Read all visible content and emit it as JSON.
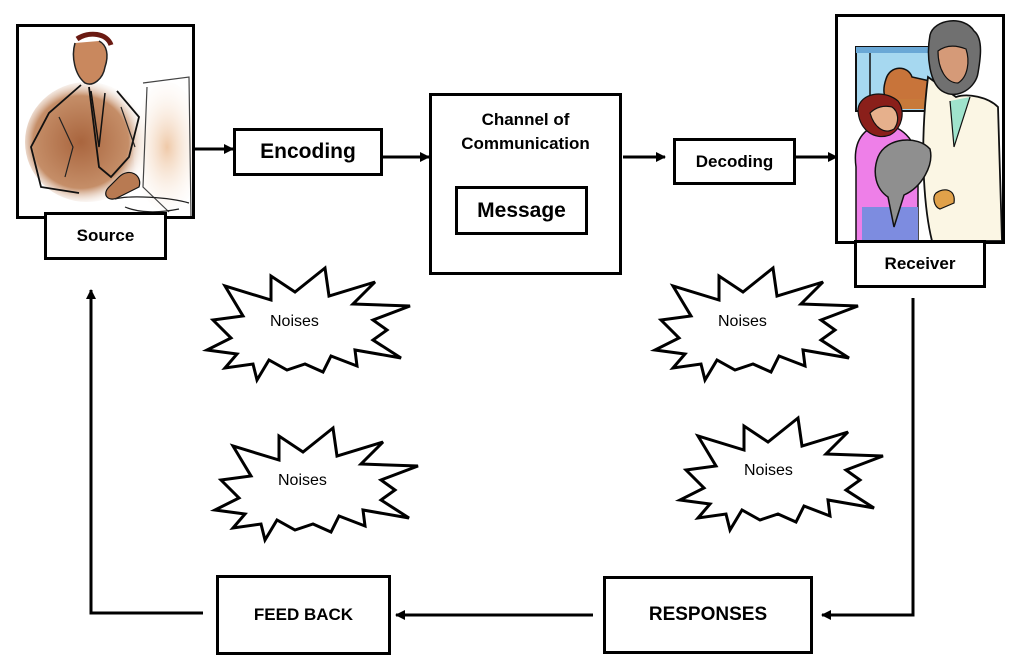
{
  "diagram": {
    "title": "Communication Process",
    "source": {
      "label": "Source",
      "illustration": "man-at-computer"
    },
    "encoding": {
      "label": "Encoding"
    },
    "channel": {
      "label_line1": "Channel of",
      "label_line2": "Communication",
      "message": "Message"
    },
    "decoding": {
      "label": "Decoding"
    },
    "receiver": {
      "label": "Receiver",
      "illustration": "vet-with-girl-and-cat"
    },
    "responses": {
      "label": "RESPONSES"
    },
    "feedback": {
      "label": "FEED BACK"
    },
    "noises": [
      {
        "label": "Noises"
      },
      {
        "label": "Noises"
      },
      {
        "label": "Noises"
      },
      {
        "label": "Noises"
      }
    ],
    "colors": {
      "stroke": "#000000",
      "background": "#ffffff",
      "source_skin": "#b87a52",
      "monitor": "#f3dcc6",
      "receiver_coat": "#fbf6e4",
      "receiver_shirt": "#ee7fe8",
      "window": "#a6d8f0",
      "dog": "#c8743a",
      "cat": "#8f8f8f"
    }
  }
}
